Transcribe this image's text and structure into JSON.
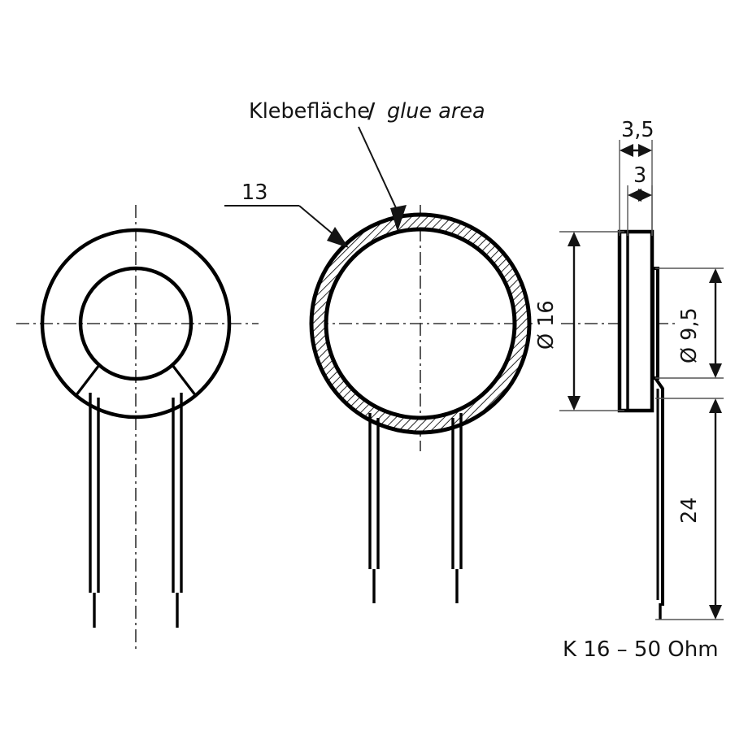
{
  "drawing": {
    "title": "Loudspeaker technical drawing K 16 - 50 Ohm",
    "part_label": "K 16 – 50 Ohm",
    "callouts": {
      "glue_area_de": "Klebefläche",
      "glue_area_separator": "/",
      "glue_area_en": "glue area",
      "item_number": "13"
    },
    "dimensions": {
      "width_total": "3,5",
      "width_inner": "3",
      "diameter_outer": "Ø 16",
      "diameter_inner": "Ø 9,5",
      "lead_length": "24"
    },
    "colors": {
      "ink": "#141414",
      "line": "#000000",
      "thin_line": "#555555",
      "hatch": "#1a1a1a",
      "background": "#ffffff"
    },
    "views": {
      "left_view_name": "front view - cone side",
      "middle_view_name": "front view - glue area side",
      "right_view_name": "side profile view"
    }
  }
}
